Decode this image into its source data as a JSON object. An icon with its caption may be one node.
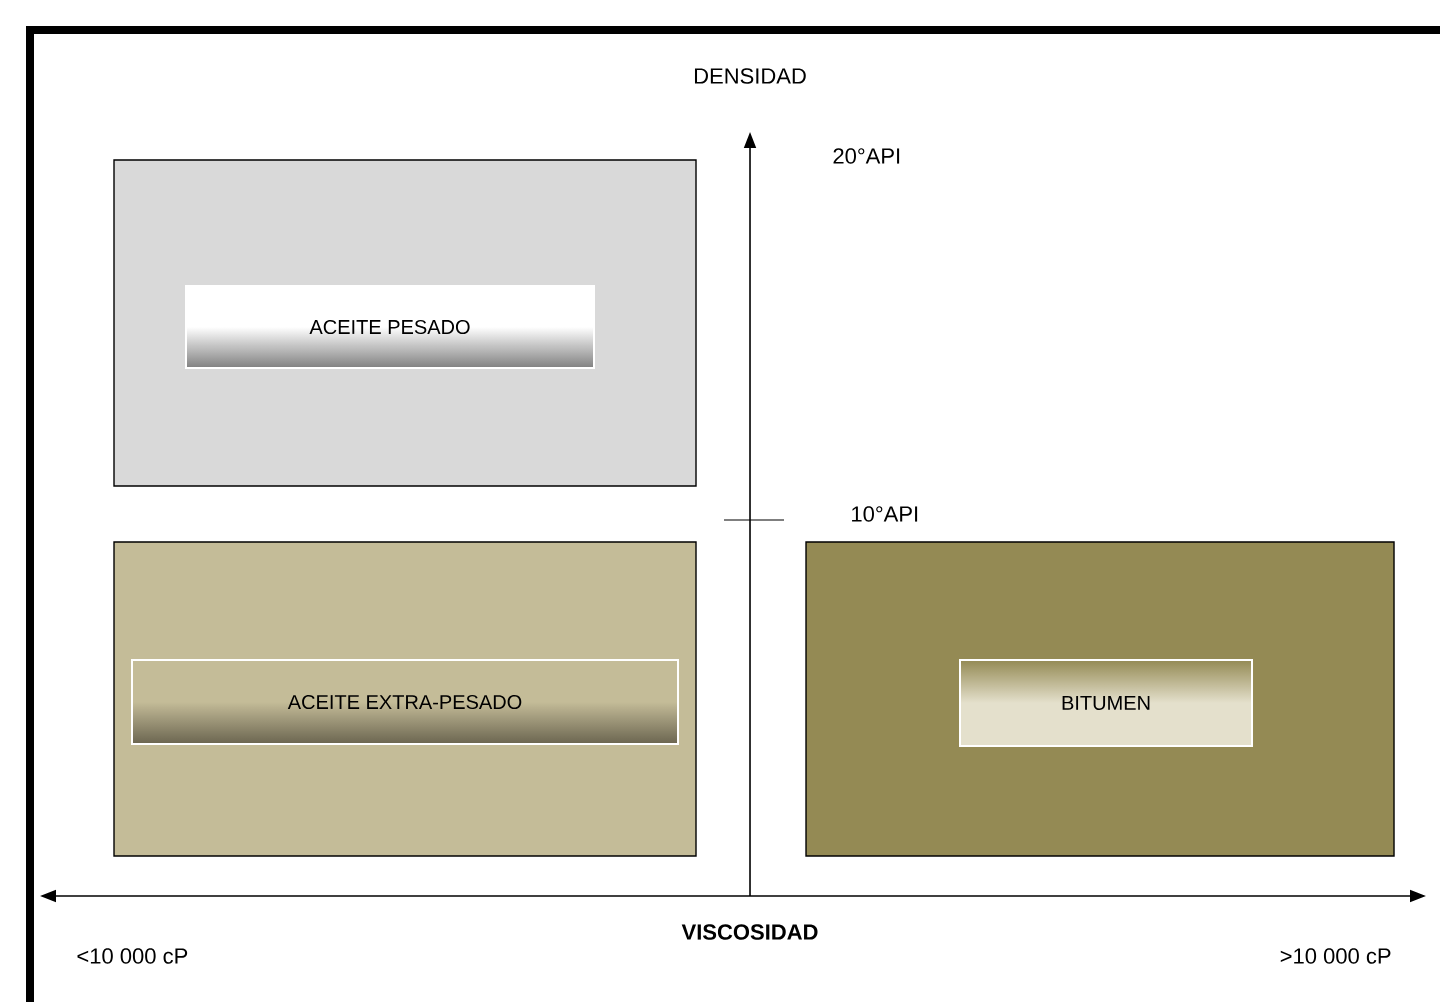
{
  "diagram": {
    "nodes": [
      {
        "text": [],
        "shape": "box"
      },
      {
        "text": [
          "ACEITE PESADO"
        ],
        "in": 0
      },
      {
        "text": [],
        "shape": "box"
      },
      {
        "text": [
          "ACEITE EXTRA-PESADO"
        ],
        "in": 2
      },
      {
        "text": [],
        "shape": "box"
      },
      {
        "text": [
          "BITUMEN"
        ],
        "in": 4
      }
    ],
    "labels": [
      "DENSIDAD",
      "20°API",
      "10°API",
      "VISCOSIDAD",
      "<10 000 cP",
      ">10 000 cP"
    ]
  }
}
